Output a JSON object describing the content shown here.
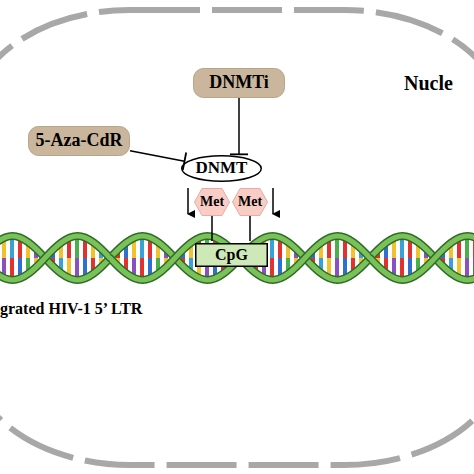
{
  "diagram": {
    "nodes": [
      {
        "text": [
          "DNMTi"
        ]
      },
      {
        "text": [
          "5-Aza-CdR"
        ]
      },
      {
        "text": [
          "DNMT"
        ]
      },
      {
        "text": [
          "Met"
        ]
      },
      {
        "text": [
          "Met"
        ]
      },
      {
        "text": [
          "CpG"
        ]
      }
    ],
    "edges": [
      {
        "from": 0,
        "to": 2,
        "arrow": "to"
      },
      {
        "from": 1,
        "to": 2,
        "arrow": "to"
      },
      {
        "from": 3,
        "to": 5,
        "arrow": "none"
      },
      {
        "from": 4,
        "to": 5,
        "arrow": "none"
      }
    ],
    "labels": [
      "Nucle",
      "grated HIV-1 5’ LTR"
    ]
  }
}
